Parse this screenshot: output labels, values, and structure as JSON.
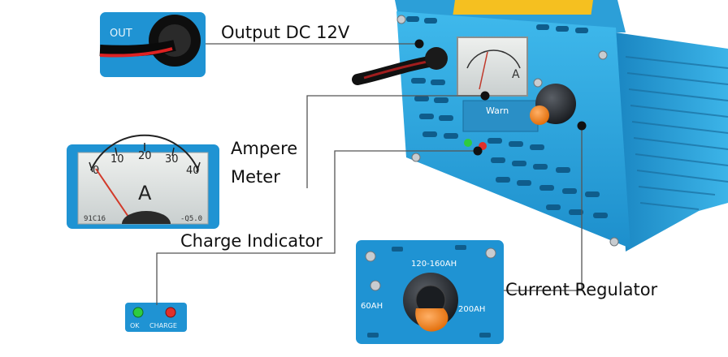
{
  "callouts": {
    "output": "Output DC 12V",
    "ampere_line1": "Ampere",
    "ampere_line2": "Meter",
    "charge_indicator": "Charge Indicator",
    "current_regulator": "Current Regulator"
  },
  "product": {
    "out_port_label": "OUT",
    "meter_unit": "A",
    "meter_scale": [
      "0",
      "10",
      "20",
      "30",
      "40"
    ],
    "meter_model": "91C16",
    "meter_class": "-Q5.0",
    "warn_label": "Warn",
    "regulator_range": "120-160AH",
    "regulator_min": "60AH",
    "regulator_max": "200AH",
    "led_ok": "OK",
    "led_charge": "CHARGE"
  },
  "colors": {
    "housing_blue": "#2aa6de",
    "housing_dark": "#1479b0",
    "knob_orange": "#f07a12",
    "led_green": "#2ecc40",
    "led_red": "#e0302a",
    "callout_line": "#555555"
  }
}
